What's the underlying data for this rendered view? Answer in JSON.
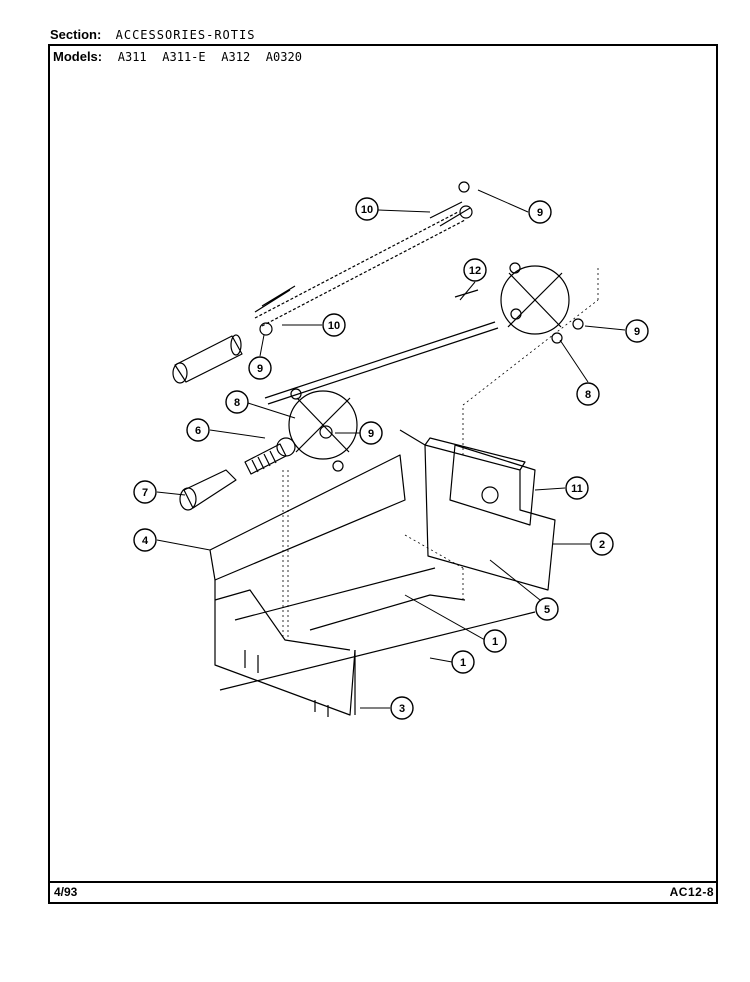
{
  "header": {
    "section_label": "Section:",
    "section_value": "ACCESSORIES-ROTIS",
    "models_label": "Models:",
    "models": [
      "A311",
      "A311-E",
      "A312",
      "A0320"
    ]
  },
  "footer": {
    "date": "4/93",
    "code": "AC12-8"
  },
  "callouts": [
    "10",
    "9",
    "12",
    "10",
    "9",
    "9",
    "8",
    "8",
    "6",
    "9",
    "7",
    "11",
    "4",
    "2",
    "5",
    "1",
    "1",
    "3"
  ]
}
